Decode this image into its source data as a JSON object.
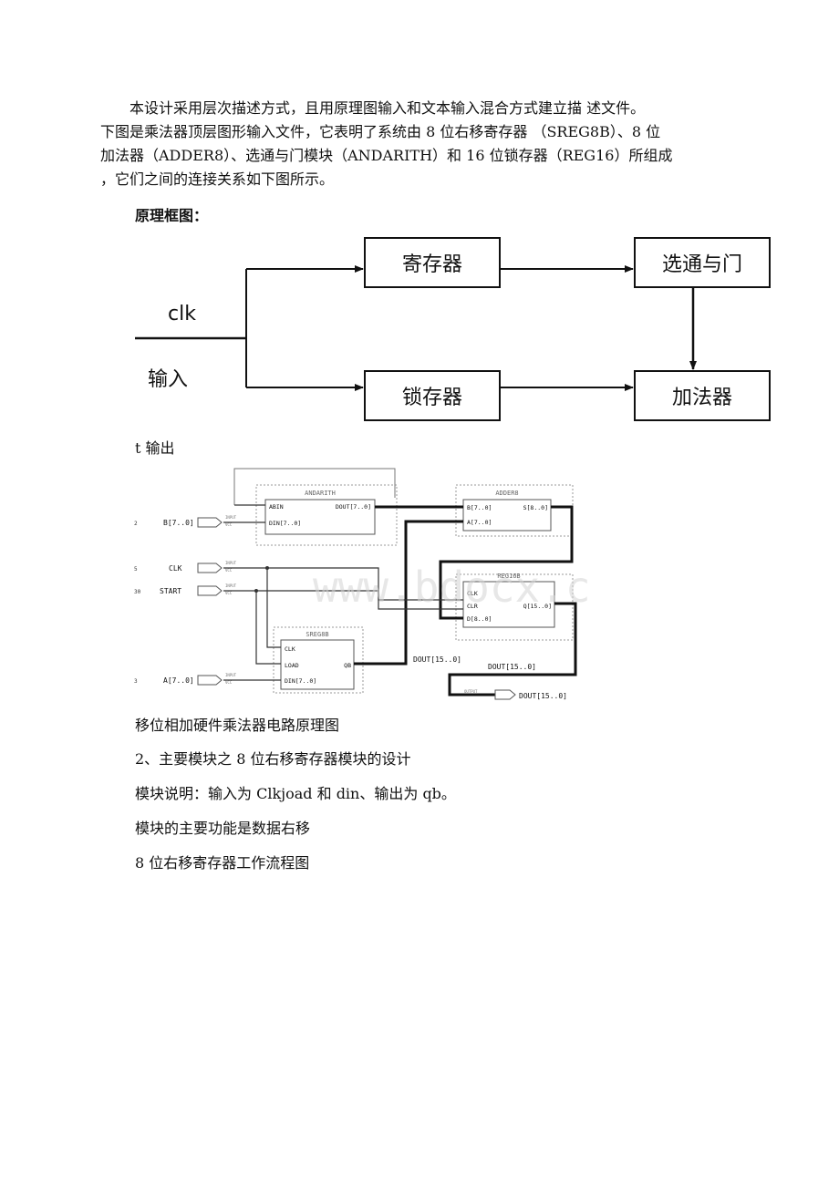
{
  "intro": {
    "line1": "　　本设计采用层次描述方式，且用原理图输入和文本输入混合方式建立描 述文件。",
    "line2": "下图是乘法器顶层图形输入文件，它表明了系统由 8 位右移寄存器 （SREG8B）、8 位",
    "line3": "加法器（ADDER8）、选通与门模块（ANDARITH）和 16 位锁存器（REG16）所组成",
    "line4": "，它们之间的连接关系如下图所示。"
  },
  "block_heading": "原理框图：",
  "block_diagram": {
    "clk": "clk",
    "input": "输入",
    "register": "寄存器",
    "gate": "选通与门",
    "latch": "锁存器",
    "adder": "加法器"
  },
  "fragment": "t 输出",
  "schematic": {
    "andarith": "ANDARITH",
    "abin": "ABIN",
    "din": "DIN[7..0]",
    "dout": "DOUT[7..0]",
    "adder8": "ADDER8",
    "adder_b": "B[7..0]",
    "adder_a": "A[7..0]",
    "adder_s": "S[8..0]",
    "reg16b": "REG16B",
    "reg_clk": "CLK",
    "reg_clr": "CLR",
    "reg_d": "D[8..0]",
    "reg_q": "Q[15..0]",
    "sreg8b": "SREG8B",
    "sreg_clk": "CLK",
    "sreg_load": "LOAD",
    "sreg_din": "DIN[7..0]",
    "sreg_qb": "QB",
    "in_b": "B[7..0]",
    "in_clk": "CLK",
    "in_start": "START",
    "in_a": "A[7..0]",
    "input_tag": "INPUT",
    "vcc": "VCC",
    "num_b": "2",
    "num_clk": "5",
    "num_start": "30",
    "num_a": "3",
    "dout_net1": "DOUT[15..0]",
    "dout_net2": "DOUT[15..0]",
    "output_tag": "OUTPUT",
    "dout_out": "DOUT[15..0]",
    "watermark": "www.bdocx.com"
  },
  "caption1": "移位相加硬件乘法器电路原理图",
  "section_title": "2、主要模块之 8 位右移寄存器模块的设计",
  "module_desc": "模块说明：输入为 Clkjoad 和 din、输出为 qb。",
  "module_func": "模块的主要功能是数据右移",
  "flow_title": "8 位右移寄存器工作流程图"
}
